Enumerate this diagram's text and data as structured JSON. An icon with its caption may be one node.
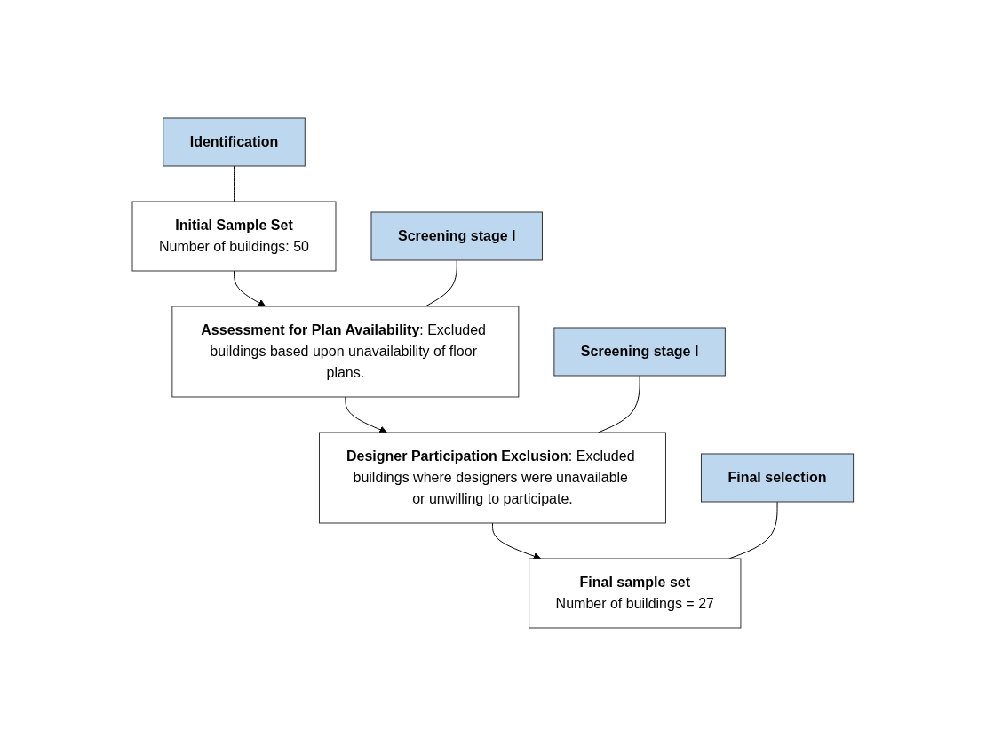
{
  "diagram": {
    "nodes": [
      {
        "text": [
          "Identification"
        ]
      },
      {
        "text": [
          "Initial Sample Set",
          "Number of buildings: 50"
        ]
      },
      {
        "text": [
          "Screening stage I"
        ]
      },
      {
        "text": [
          "**Assessment for Plan Availability**: Excluded buildings based upon unavailability of floor plans."
        ]
      },
      {
        "text": [
          "Screening stage I"
        ]
      },
      {
        "text": [
          "**Designer Participation Exclusion**: Excluded buildings where designers were unavailable or unwilling to participate."
        ]
      },
      {
        "text": [
          "Final selection"
        ]
      },
      {
        "text": [
          "Final sample set",
          "Number of buildings = 27"
        ]
      }
    ],
    "edges": [
      {
        "from": 0,
        "to": 1,
        "arrow": "none"
      },
      {
        "from": 1,
        "to": 3,
        "arrow": "to"
      },
      {
        "from": 2,
        "to": 3,
        "arrow": "none"
      },
      {
        "from": 3,
        "to": 5,
        "arrow": "to"
      },
      {
        "from": 4,
        "to": 5,
        "arrow": "none"
      },
      {
        "from": 5,
        "to": 7,
        "arrow": "to"
      },
      {
        "from": 6,
        "to": 7,
        "arrow": "none"
      }
    ]
  }
}
